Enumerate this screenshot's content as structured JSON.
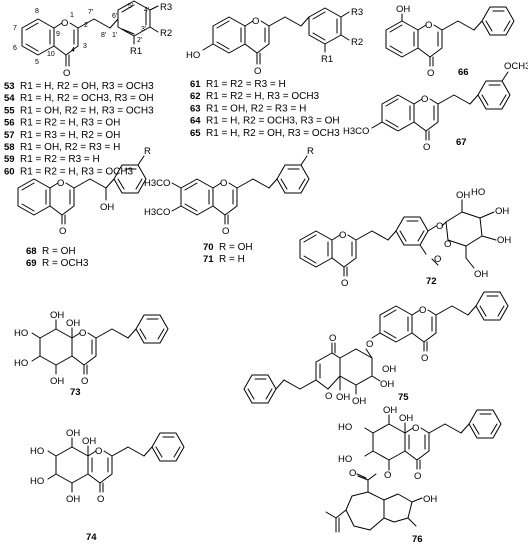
{
  "scaffold_53_60": {
    "positions": [
      "8",
      "7",
      "6",
      "5",
      "9",
      "10",
      "1",
      "2",
      "3",
      "4",
      "8'",
      "7'",
      "6'",
      "5'",
      "4'",
      "3'",
      "2'",
      "1'"
    ],
    "atoms": {
      "O": "O",
      "O4": "O",
      "R1": "R1",
      "R2": "R2",
      "R3": "R3"
    },
    "compounds": [
      {
        "num": "53",
        "def": "R1 = H, R2 = OH, R3 = OCH3"
      },
      {
        "num": "54",
        "def": "R1 = H, R2 = OCH3, R3 = OH"
      },
      {
        "num": "55",
        "def": "R1 = OH, R2 = H, R3 = OCH3"
      },
      {
        "num": "56",
        "def": "R1 = R2 = H, R3 = OH"
      },
      {
        "num": "57",
        "def": "R1 = R3 = H, R2 = OH"
      },
      {
        "num": "58",
        "def": "R1 = OH, R2 = R3 = H"
      },
      {
        "num": "59",
        "def": "R1 = R2 = R3 = H"
      },
      {
        "num": "60",
        "def": "R1 = R2 = H, R3 = OCH3"
      }
    ]
  },
  "scaffold_61_65": {
    "atoms": {
      "HO": "HO",
      "O": "O",
      "O4": "O",
      "R1": "R1",
      "R2": "R2",
      "R3": "R3"
    },
    "compounds": [
      {
        "num": "61",
        "def": "R1 = R2 = R3 = H"
      },
      {
        "num": "62",
        "def": "R1 = R2 = H, R3 = OCH3"
      },
      {
        "num": "63",
        "def": "R1 = OH, R2 = R3 = H"
      },
      {
        "num": "64",
        "def": "R1 = H, R2 = OCH3, R3 = OH"
      },
      {
        "num": "65",
        "def": "R1 = H, R2 = OH, R3 = OCH3"
      }
    ]
  },
  "cmpd66": {
    "num": "66",
    "OH": "OH",
    "O": "O",
    "O4": "O"
  },
  "cmpd67": {
    "num": "67",
    "OCH3": "OCH3",
    "MeO": "H3CO",
    "O": "O",
    "O4": "O"
  },
  "scaffold_68_69": {
    "atoms": {
      "O": "O",
      "O4": "O",
      "OH": "OH",
      "R": "R"
    },
    "compounds": [
      {
        "num": "68",
        "def": "R = OH"
      },
      {
        "num": "69",
        "def": "R = OCH3"
      }
    ]
  },
  "scaffold_70_71": {
    "atoms": {
      "MeO1": "H3CO",
      "MeO2": "H3CO",
      "O": "O",
      "O4": "O",
      "R": "R"
    },
    "compounds": [
      {
        "num": "70",
        "def": "R = OH"
      },
      {
        "num": "71",
        "def": "R = H"
      }
    ]
  },
  "cmpd72": {
    "num": "72",
    "O": "O",
    "O4": "O",
    "OMe": "O",
    "Oglc": "O",
    "Oring": "O",
    "OH1": "OH",
    "OH2": "OH",
    "OH3": "HO",
    "OH4": "OH",
    "OH5": "OH"
  },
  "cmpd73": {
    "num": "73",
    "OH1": "OH",
    "OH2": "OH",
    "OH3": "HO",
    "OH4": "HO",
    "OH5": "OH",
    "O": "O",
    "O4": "O"
  },
  "cmpd74": {
    "num": "74",
    "OH1": "OH",
    "OH2": "OH",
    "OH3": "HO",
    "OH4": "HO",
    "OH5": "OH",
    "O": "O",
    "O4": "O"
  },
  "cmpd75": {
    "num": "75",
    "Olink": "O",
    "O1": "O",
    "O1k": "O",
    "O2": "O",
    "O2k": "O",
    "OH1": "OH",
    "OH2": "OH",
    "OH3": "OH",
    "OH4": "OH"
  },
  "cmpd76": {
    "num": "76",
    "OH1": "OH",
    "OH2": "HO",
    "OH3": "HO",
    "OH4": "OH",
    "OHg": "OH",
    "O": "O",
    "O4": "O",
    "Oester": "O",
    "Ocarb": "O"
  }
}
